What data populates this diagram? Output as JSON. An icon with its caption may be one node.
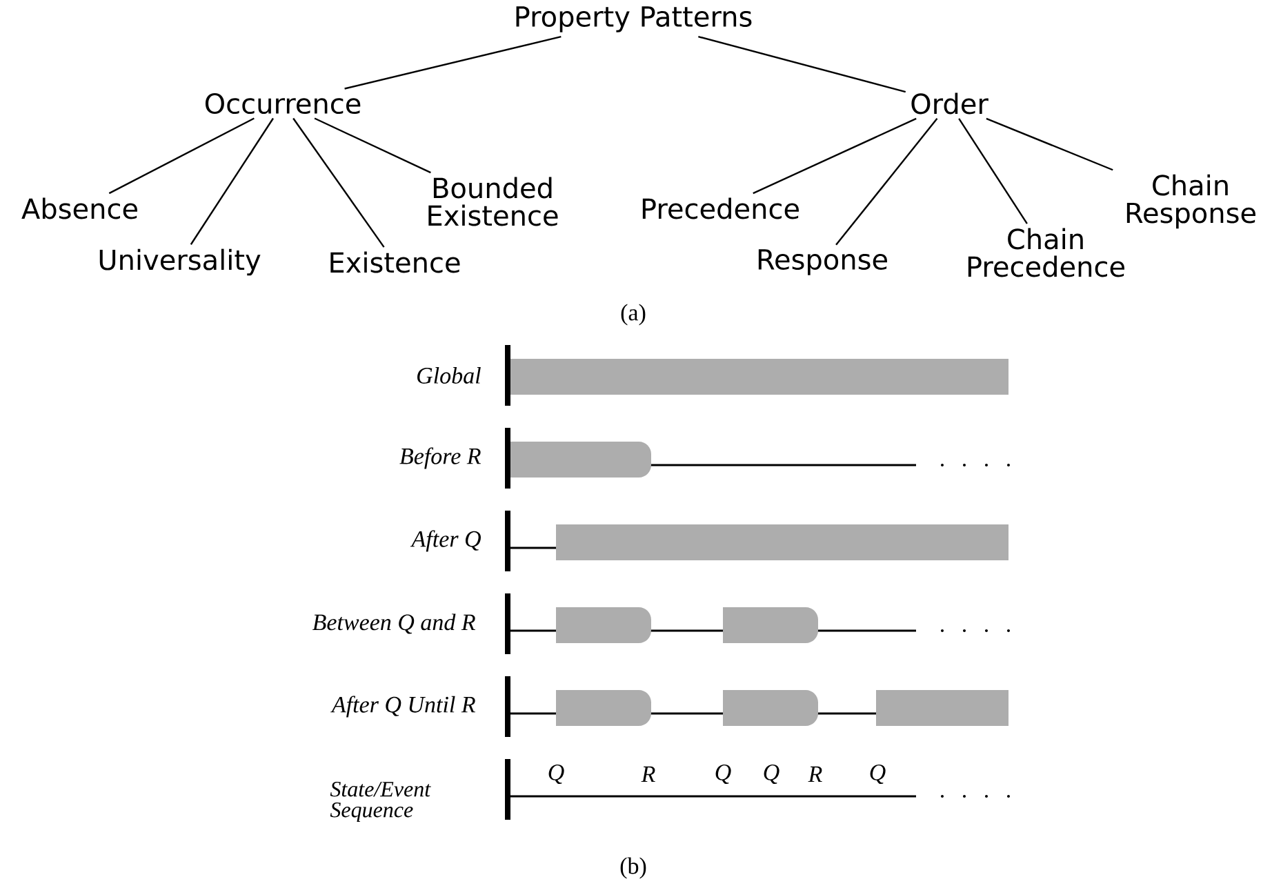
{
  "diagram": {
    "nodes": [
      {
        "text": [
          "Property Patterns"
        ]
      },
      {
        "text": [
          "Occurrence"
        ]
      },
      {
        "text": [
          "Order"
        ]
      },
      {
        "text": [
          "Absence"
        ]
      },
      {
        "text": [
          "Universality"
        ]
      },
      {
        "text": [
          "Existence"
        ]
      },
      {
        "text": [
          "Bounded Existence"
        ]
      },
      {
        "text": [
          "Precedence"
        ]
      },
      {
        "text": [
          "Response"
        ]
      },
      {
        "text": [
          "Chain Precedence"
        ]
      },
      {
        "text": [
          "Chain Response"
        ]
      }
    ],
    "edges": [
      {
        "from": 0,
        "to": 1,
        "arrow": "none"
      },
      {
        "from": 0,
        "to": 2,
        "arrow": "none"
      },
      {
        "from": 1,
        "to": 3,
        "arrow": "none"
      },
      {
        "from": 1,
        "to": 4,
        "arrow": "none"
      },
      {
        "from": 1,
        "to": 5,
        "arrow": "none"
      },
      {
        "from": 1,
        "to": 6,
        "arrow": "none"
      },
      {
        "from": 2,
        "to": 7,
        "arrow": "none"
      },
      {
        "from": 2,
        "to": 8,
        "arrow": "none"
      },
      {
        "from": 2,
        "to": 9,
        "arrow": "none"
      },
      {
        "from": 2,
        "to": 10,
        "arrow": "none"
      }
    ],
    "labels": [
      "(a)",
      "Global",
      "Before R",
      "After Q",
      "Between Q and R",
      "After Q Until R",
      "State/Event Sequence",
      "Q",
      "R",
      "Q",
      "Q",
      "R",
      "Q",
      "(b)"
    ]
  }
}
